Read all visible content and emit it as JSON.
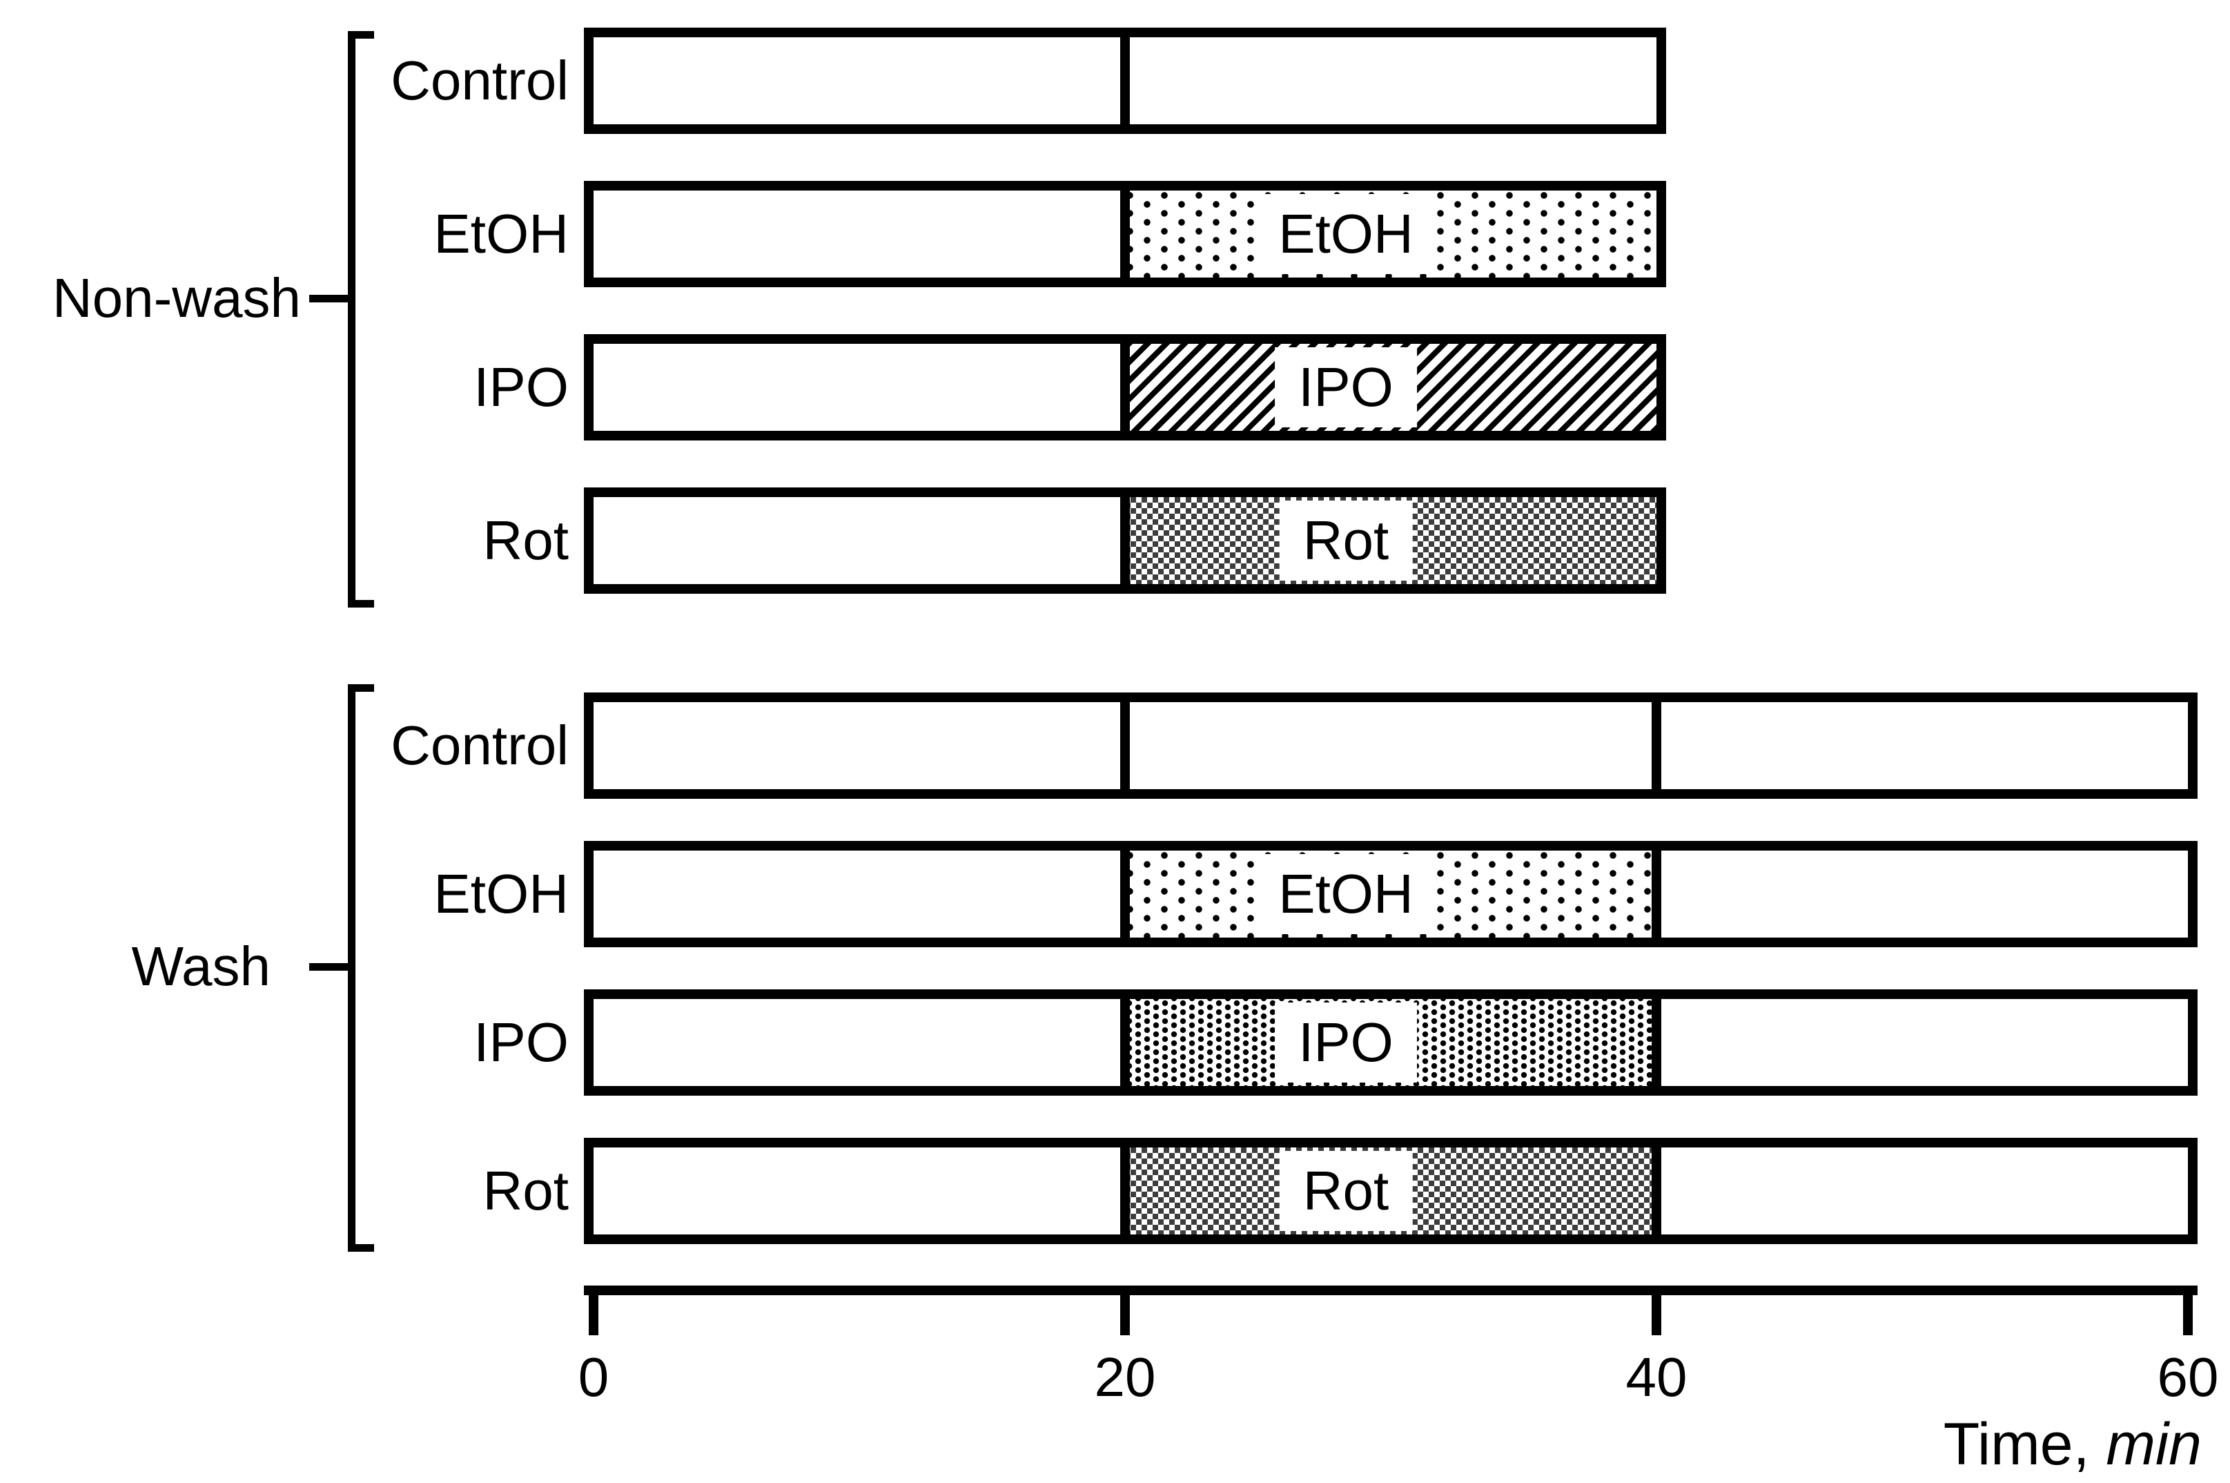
{
  "palette": {
    "ink": "#000000",
    "paper": "#ffffff",
    "checker_dark": "#3d3d3d"
  },
  "groups": [
    {
      "label": "Non-wash",
      "rows": [
        {
          "label": "Control",
          "bar_end_min": 40,
          "dividers_min": [
            20
          ],
          "treatment": null
        },
        {
          "label": "EtOH",
          "bar_end_min": 40,
          "dividers_min": [
            20
          ],
          "treatment": {
            "label": "EtOH",
            "start_min": 20,
            "end_min": 40,
            "pattern": "dots-sparse"
          }
        },
        {
          "label": "IPO",
          "bar_end_min": 40,
          "dividers_min": [
            20
          ],
          "treatment": {
            "label": "IPO",
            "start_min": 20,
            "end_min": 40,
            "pattern": "hatch-diagonal"
          }
        },
        {
          "label": "Rot",
          "bar_end_min": 40,
          "dividers_min": [
            20
          ],
          "treatment": {
            "label": "Rot",
            "start_min": 20,
            "end_min": 40,
            "pattern": "checkerboard"
          }
        }
      ]
    },
    {
      "label": "Wash",
      "rows": [
        {
          "label": "Control",
          "bar_end_min": 60,
          "dividers_min": [
            20,
            40
          ],
          "treatment": null
        },
        {
          "label": "EtOH",
          "bar_end_min": 60,
          "dividers_min": [
            20,
            40
          ],
          "treatment": {
            "label": "EtOH",
            "start_min": 20,
            "end_min": 40,
            "pattern": "dots-sparse"
          }
        },
        {
          "label": "IPO",
          "bar_end_min": 60,
          "dividers_min": [
            20,
            40
          ],
          "treatment": {
            "label": "IPO",
            "start_min": 20,
            "end_min": 40,
            "pattern": "dots-dense"
          }
        },
        {
          "label": "Rot",
          "bar_end_min": 60,
          "dividers_min": [
            20,
            40
          ],
          "treatment": {
            "label": "Rot",
            "start_min": 20,
            "end_min": 40,
            "pattern": "checkerboard"
          }
        }
      ]
    }
  ],
  "axis": {
    "tick_labels": [
      "0",
      "20",
      "40",
      "60"
    ],
    "tick_values_min": [
      0,
      20,
      40,
      60
    ],
    "label_text": "Time, ",
    "label_unit_italic": "min"
  }
}
